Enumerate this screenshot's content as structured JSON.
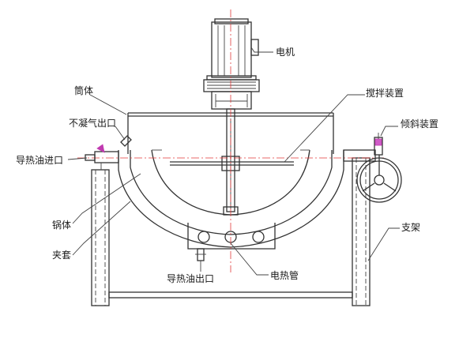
{
  "labels": {
    "motor": "电机",
    "cylinder": "筒体",
    "agitator": "搅拌装置",
    "noncondensable_outlet": "不凝气出口",
    "tilting_device": "倾斜装置",
    "oil_inlet": "导热油进口",
    "pot_body": "锅体",
    "jacket": "夹套",
    "bracket": "支架",
    "oil_outlet": "导热油出口",
    "heating_tube": "电热管"
  },
  "colors": {
    "line": "#333333",
    "centerline": "#e23a3a",
    "fitting": "#c03ab0"
  }
}
